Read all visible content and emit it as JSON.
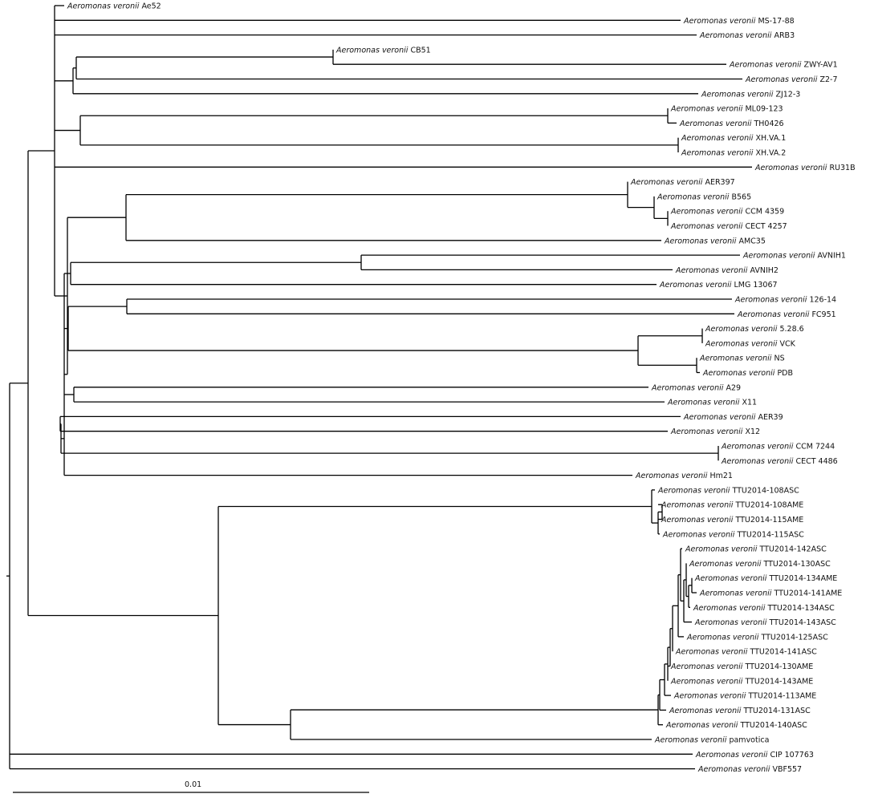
{
  "figure": {
    "genus_species": "Aeromonas veronii",
    "scale_bar_label": "0.01",
    "taxa": [
      "Ae52",
      "MS-17-88",
      "ARB3",
      "CB51",
      "ZWY-AV1",
      "Z2-7",
      "ZJ12-3",
      "ML09-123",
      "TH0426",
      "XH.VA.1",
      "XH.VA.2",
      "RU31B",
      "AER397",
      "B565",
      "CCM 4359",
      "CECT 4257",
      "AMC35",
      "AVNIH1",
      "AVNIH2",
      "LMG 13067",
      "126-14",
      "FC951",
      "5.28.6",
      "VCK",
      "NS",
      "PDB",
      "A29",
      "X11",
      "AER39",
      "X12",
      "CCM 7244",
      "CECT 4486",
      "Hm21",
      "TTU2014-108ASC",
      "TTU2014-108AME",
      "TTU2014-115AME",
      "TTU2014-115ASC",
      "TTU2014-142ASC",
      "TTU2014-130ASC",
      "TTU2014-134AME",
      "TTU2014-141AME",
      "TTU2014-134ASC",
      "TTU2014-143ASC",
      "TTU2014-125ASC",
      "TTU2014-141ASC",
      "TTU2014-130AME",
      "TTU2014-143AME",
      "TTU2014-113AME",
      "TTU2014-131ASC",
      "TTU2014-140ASC",
      "pamvotica",
      "CIP 107763",
      "VBF557"
    ]
  }
}
